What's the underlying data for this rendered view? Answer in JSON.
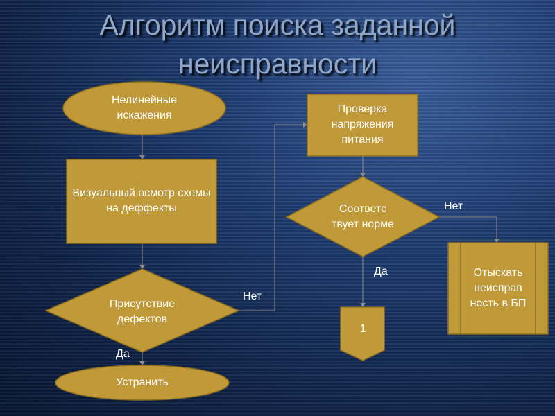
{
  "title": {
    "line1": "Алгоритм поиска заданной",
    "line2": "неисправности"
  },
  "colors": {
    "shape_fill": "#C09A38",
    "shape_stroke": "#8E6E1E",
    "connector": "#8C8C8C",
    "text": "#FFFFFF",
    "title_text": "#8FA6C9",
    "background": "#1F3D73"
  },
  "nodes": {
    "start": "Нелинейные искажения",
    "visual_check": "Визуальный осмотр схемы на деффекты",
    "defects_decision": "Присутствие дефектов",
    "fix": "Устранить",
    "voltage_check": "Проверка напряжения питания",
    "norm_decision": "Соответс твует норме",
    "offpage_ref": "1",
    "find_fault": "Отыскать неисправ ность в БП"
  },
  "edge_labels": {
    "defects_yes": "Да",
    "defects_no": "Нет",
    "norm_yes": "Да",
    "norm_no": "Нет"
  }
}
